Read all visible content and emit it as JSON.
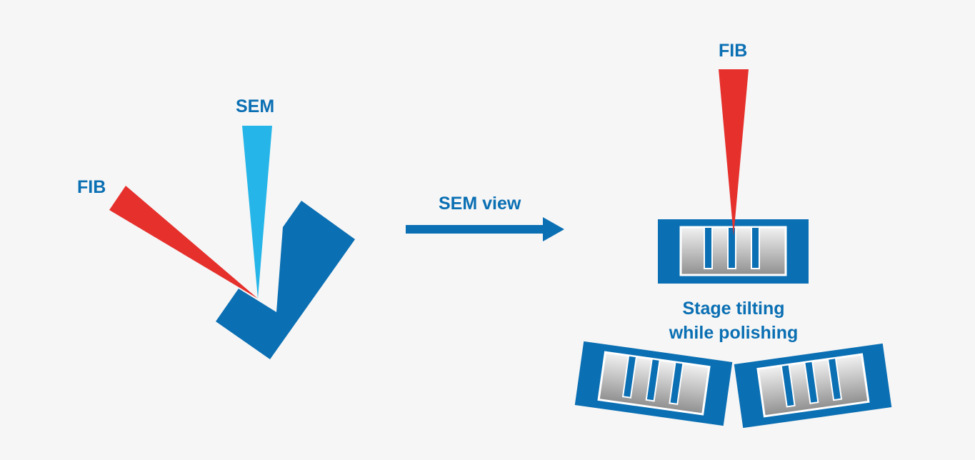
{
  "colors": {
    "background": "#f6f6f6",
    "stage_blue": "#0a6fb3",
    "label_blue": "#0a6fb3",
    "fib_red": "#e5302c",
    "sem_cyan": "#25b5e8",
    "sample_grey": "#d0d0d0"
  },
  "left_scene": {
    "sem_label": "SEM",
    "fib_label": "FIB"
  },
  "arrow": {
    "label": "SEM view"
  },
  "right_scene": {
    "fib_label": "FIB",
    "caption_line1": "Stage tilting",
    "caption_line2": "while polishing"
  }
}
